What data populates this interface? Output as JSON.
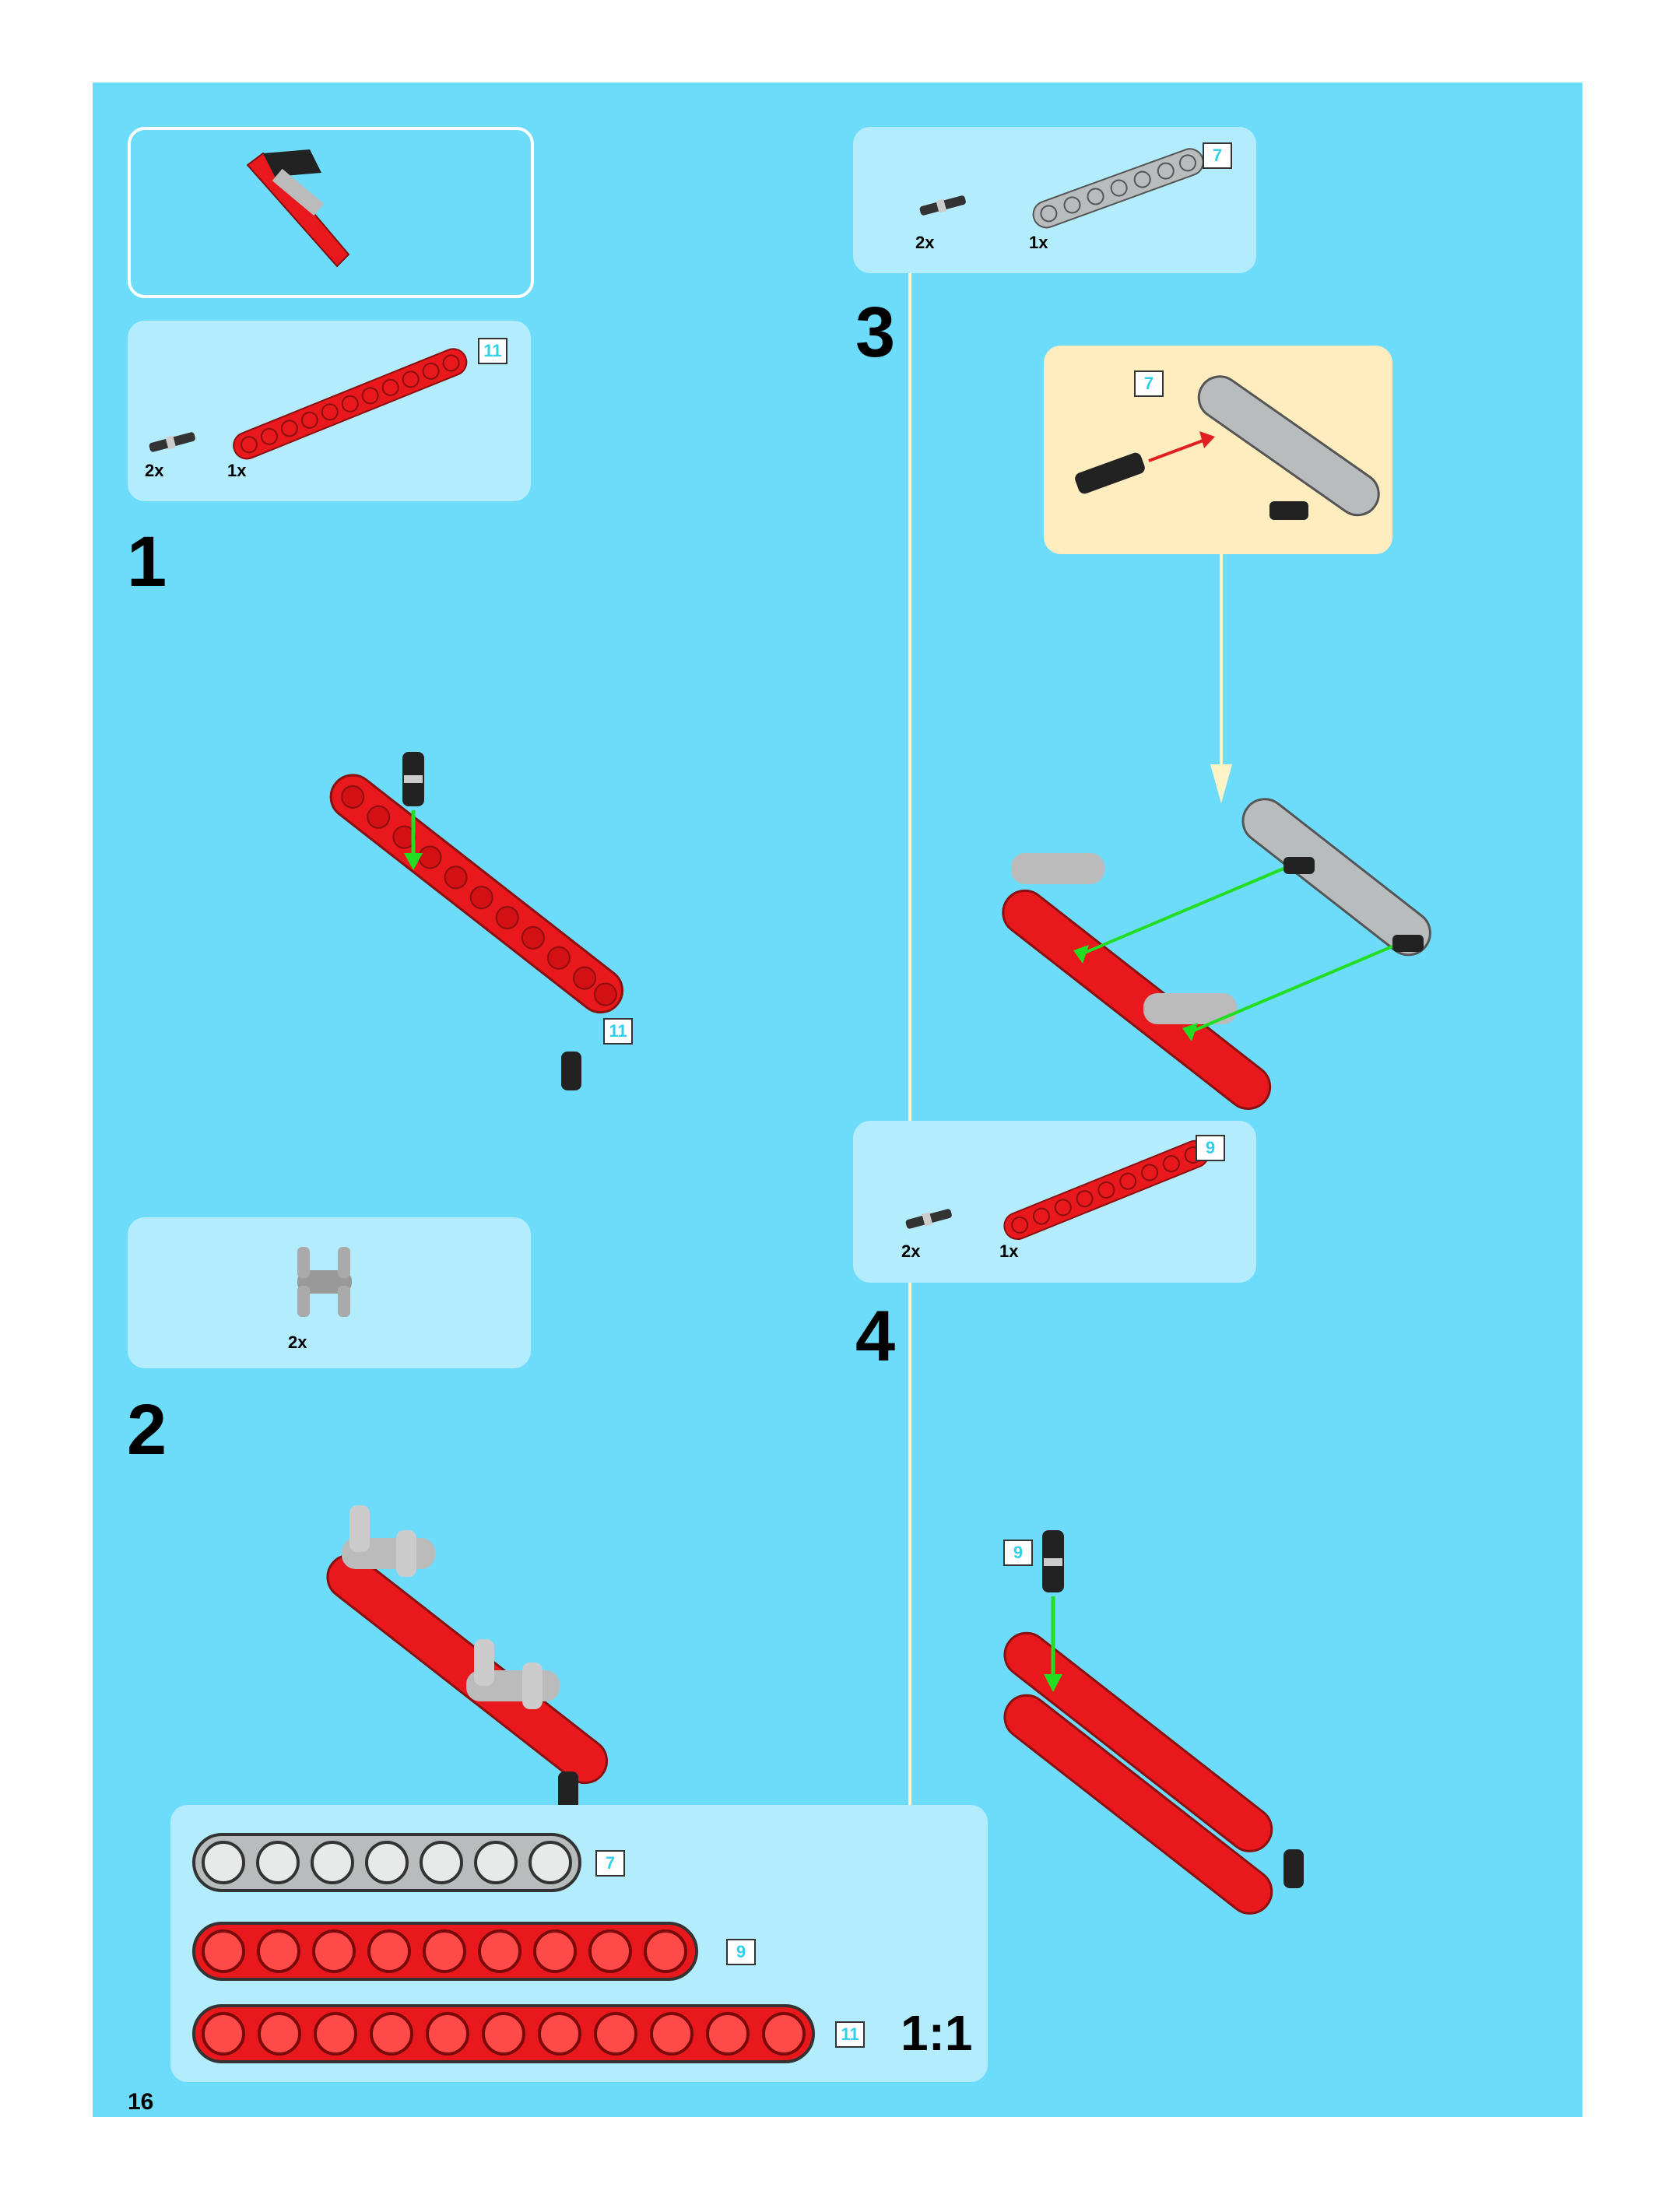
{
  "page_number": "16",
  "steps": [
    {
      "number": "1",
      "parts": [
        {
          "qty": "2x"
        },
        {
          "qty": "1x",
          "beam_length": "11"
        }
      ],
      "callout_length": "11"
    },
    {
      "number": "2",
      "parts": [
        {
          "qty": "2x"
        }
      ]
    },
    {
      "number": "3",
      "parts": [
        {
          "qty": "2x"
        },
        {
          "qty": "1x",
          "beam_length": "7"
        }
      ],
      "callout_length": "7"
    },
    {
      "number": "4",
      "parts": [
        {
          "qty": "2x"
        },
        {
          "qty": "1x",
          "beam_length": "9"
        }
      ],
      "callout_length": "9"
    }
  ],
  "scale": {
    "label": "1:1",
    "beams": [
      {
        "length": "7",
        "color": "#b8bcbc"
      },
      {
        "length": "9",
        "color": "#e8181c"
      },
      {
        "length": "11",
        "color": "#e8181c"
      }
    ]
  },
  "colors": {
    "background": "#6cdcfa",
    "panel": "#b3ecfc",
    "callout": "#ffedc0",
    "red_beam": "#e8181c",
    "grey_beam": "#b8bcbc",
    "arrow_green": "#22dd22",
    "arrow_red": "#e02020"
  }
}
